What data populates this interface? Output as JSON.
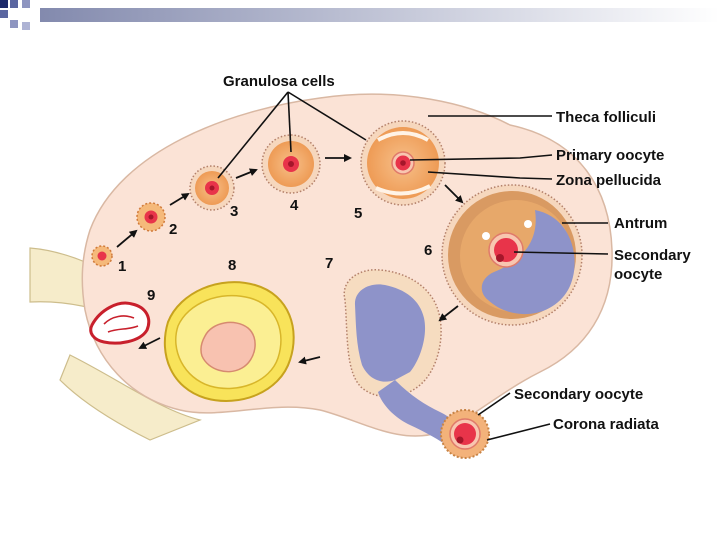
{
  "labels": {
    "granulosa_cells": "Granulosa cells",
    "theca_folliculi": "Theca folliculi",
    "primary_oocyte": "Primary oocyte",
    "zona_pellucida": "Zona pellucida",
    "antrum": "Antrum",
    "secondary_oocyte_line1": "Secondary",
    "secondary_oocyte_line2": "oocyte",
    "secondary_oocyte_ovulated": "Secondary oocyte",
    "corona_radiata": "Corona radiata"
  },
  "stages": [
    "1",
    "2",
    "3",
    "4",
    "5",
    "6",
    "7",
    "8",
    "9"
  ],
  "colors": {
    "ovary_fill": "#fbe3d6",
    "ovary_edge": "#d9b8a3",
    "ligament": "#f6ecca",
    "ligament_edge": "#cdbd8c",
    "granulosa": "#f2a45e",
    "oocyte": "#e8344a",
    "antrum": "#8e93c9",
    "corpus_luteum": "#f8e35a",
    "corpus_albicans": "#c8202c",
    "header_bar": "#1d2a6b"
  }
}
